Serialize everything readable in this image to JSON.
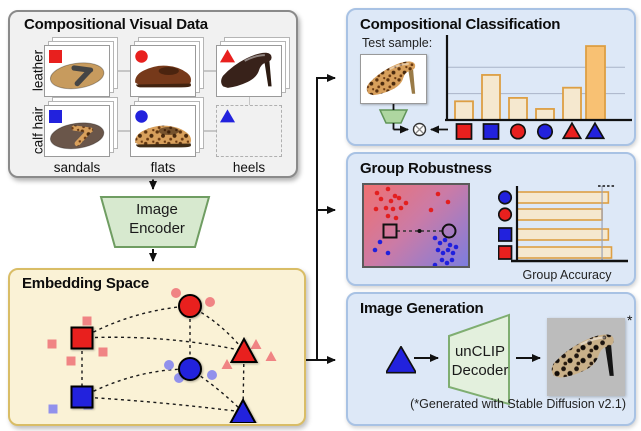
{
  "panels": {
    "visual_data": {
      "title": "Compositional Visual Data",
      "row_labels": [
        "leather",
        "calf hair"
      ],
      "col_labels": [
        "sandals",
        "flats",
        "heels"
      ]
    },
    "encoder": {
      "label": "Image Encoder"
    },
    "embedding": {
      "title": "Embedding Space"
    },
    "classification": {
      "title": "Compositional Classification",
      "test_sample_label": "Test sample:"
    },
    "robustness": {
      "title": "Group Robustness"
    },
    "generation": {
      "title": "Image Generation",
      "decoder_label": "unCLIP Decoder",
      "asterisk": "*",
      "caption": "(*Generated with Stable Diffusion v2.1)"
    }
  },
  "colors": {
    "red": "#e8201e",
    "blue": "#2222dd",
    "faded_red": "#f08484",
    "faded_blue": "#9191ec",
    "bar_fill": "#f5e8cf",
    "bar_edge": "#dd9f44",
    "bar_highlight": "#f8c173",
    "panel_blue_bg": "#dde8f7",
    "panel_cream_bg": "#faf2d6",
    "panel_gray_bg": "#f1f1f1",
    "green_fill": "#d7e9cf",
    "green_edge": "#6f9d62"
  },
  "chart_data": [
    {
      "name": "compositional-classification-scores",
      "type": "bar",
      "categories": [
        "red-square",
        "blue-square",
        "red-circle",
        "blue-circle",
        "red-triangle",
        "blue-triangle"
      ],
      "values": [
        0.22,
        0.53,
        0.26,
        0.13,
        0.38,
        0.87
      ],
      "highlight_index": 5,
      "gridlines": [
        0.31,
        0.62
      ],
      "ylim": [
        0,
        1
      ],
      "title": "",
      "xlabel": "",
      "ylabel": ""
    },
    {
      "name": "group-accuracy",
      "type": "bar-horizontal",
      "categories": [
        "blue-circle",
        "red-circle",
        "blue-square",
        "red-square"
      ],
      "values": [
        0.87,
        0.81,
        0.87,
        0.9
      ],
      "reference_line": 0.81,
      "xlim": [
        0,
        1
      ],
      "xlabel": "Group Accuracy",
      "ylabel": "",
      "title": ""
    }
  ]
}
